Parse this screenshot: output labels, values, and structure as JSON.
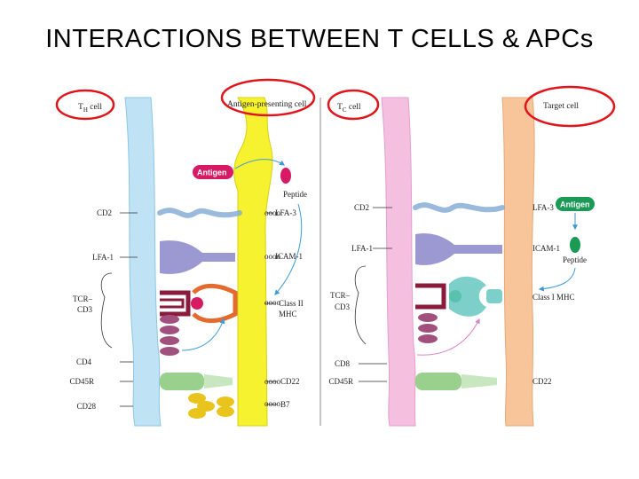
{
  "title": "INTERACTIONS BETWEEN T CELLS & APCs",
  "colors": {
    "th_cell": "#bfe3f5",
    "apc": "#f7f230",
    "tc_cell": "#f5bfe0",
    "target_cell": "#f8c49a",
    "highlight_circle": "#e0151b",
    "antigen": "#d61a63",
    "antigen_green": "#1a9a55",
    "cd2": "#a9c7e6",
    "lfa1": "#9c98d1",
    "tcr": "#8a1b3c",
    "class2": "#e36b2f",
    "cd4": "#a1507e",
    "cd45r": "#9ad08d",
    "cd28_b7": "#e8c41c",
    "arrow": "#3a9bd6",
    "line": "#333333"
  },
  "left_panel": {
    "th_cell": {
      "label_main": "T",
      "label_sub": "H",
      "label_rest": " cell"
    },
    "apc_label": "Antigen-presenting cell",
    "antigen": "Antigen",
    "peptide": "Peptide",
    "left_labels": {
      "cd2": "CD2",
      "lfa1": "LFA-1",
      "tcr": "TCR–",
      "cd3": "CD3",
      "cd4": "CD4",
      "cd45r": "CD45R",
      "cd28": "CD28"
    },
    "right_labels": {
      "lfa3": "LFA-3",
      "icam1": "ICAM-1",
      "class2": "Class II",
      "mhc": "MHC",
      "cd22": "CD22",
      "b7": "B7"
    }
  },
  "right_panel": {
    "tc_cell": {
      "label_main": "T",
      "label_sub": "C",
      "label_rest": " cell"
    },
    "target_label": "Target cell",
    "antigen": "Antigen",
    "peptide": "Peptide",
    "left_labels": {
      "cd2": "CD2",
      "lfa1": "LFA-1",
      "tcr": "TCR–",
      "cd3": "CD3",
      "cd8": "CD8",
      "cd45r": "CD45R"
    },
    "right_labels": {
      "lfa3": "LFA-3",
      "icam1": "ICAM-1",
      "class1": "Class I MHC",
      "cd22": "CD22"
    }
  }
}
